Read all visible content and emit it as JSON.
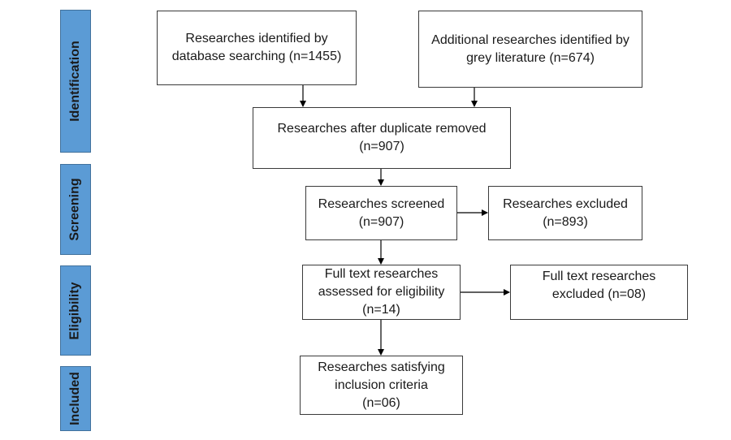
{
  "stages": {
    "identification": "Identification",
    "screening": "Screening",
    "eligibility": "Eligibility",
    "included": "Included"
  },
  "boxes": {
    "database": {
      "line1": "Researches identified by",
      "line2": "database searching (n=1455)"
    },
    "grey": {
      "line1": "Additional researches identified by",
      "line2": "grey literature (n=674)"
    },
    "duplicates": {
      "line1": "Researches after duplicate removed",
      "line2": "(n=907)"
    },
    "screened": {
      "line1": "Researches screened",
      "line2": "(n=907)"
    },
    "excluded": {
      "line1": "Researches excluded",
      "line2": "(n=893)"
    },
    "fulltext": {
      "line1": "Full text researches",
      "line2": "assessed for eligibility",
      "line3": "(n=14)"
    },
    "fulltext_excluded": {
      "line1": "Full text researches",
      "line2": "excluded (n=08)"
    },
    "included": {
      "line1": "Researches satisfying",
      "line2": "inclusion criteria",
      "line3": "(n=06)"
    }
  },
  "colors": {
    "stage_fill": "#5b9bd5",
    "stage_border": "#41719c",
    "box_border": "#3a3a3a",
    "arrow": "#000000"
  }
}
